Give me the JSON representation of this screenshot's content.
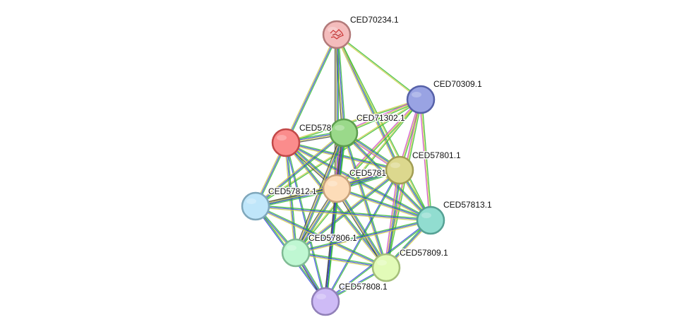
{
  "network": {
    "nodes": [
      {
        "id": "CED70234.1",
        "label": "CED70234.1",
        "color": "#f4bcbc",
        "stroke": "#b27a7a",
        "has_structure": true
      },
      {
        "id": "CED70309.1",
        "label": "CED70309.1",
        "color": "#99a3e3",
        "stroke": "#5661a8"
      },
      {
        "id": "CED578xx",
        "label": "CED578",
        "color": "#fb8c8c",
        "stroke": "#c24848"
      },
      {
        "id": "CED71302.1",
        "label": "CED71302.1",
        "color": "#9ad98a",
        "stroke": "#5d9e4e"
      },
      {
        "id": "CED57801.1",
        "label": "CED57801.1",
        "color": "#dcd88e",
        "stroke": "#a29e54"
      },
      {
        "id": "CED5781x",
        "label": "CED5781",
        "color": "#fddcb8",
        "stroke": "#c7a17b"
      },
      {
        "id": "CED57812.1",
        "label": "CED57812.1",
        "color": "#bfe6fa",
        "stroke": "#7fa7bb"
      },
      {
        "id": "CED57813.1",
        "label": "CED57813.1",
        "color": "#91ddd0",
        "stroke": "#55a194"
      },
      {
        "id": "CED57806.1",
        "label": "CED57806.1",
        "color": "#bff7d2",
        "stroke": "#80bb94"
      },
      {
        "id": "CED57809.1",
        "label": "CED57809.1",
        "color": "#e2fbb8",
        "stroke": "#a5bf7a"
      },
      {
        "id": "CED57808.1",
        "label": "CED57808.1",
        "color": "#cebbf6",
        "stroke": "#9180b8"
      }
    ],
    "edges": [
      {
        "a": "CED70234.1",
        "b": "CED578xx",
        "types": [
          "g",
          "b",
          "y"
        ]
      },
      {
        "a": "CED70234.1",
        "b": "CED71302.1",
        "types": [
          "g",
          "b",
          "y",
          "k"
        ]
      },
      {
        "a": "CED70234.1",
        "b": "CED5781x",
        "types": [
          "g",
          "b",
          "y",
          "k"
        ]
      },
      {
        "a": "CED70234.1",
        "b": "CED57801.1",
        "types": [
          "g",
          "b",
          "y"
        ]
      },
      {
        "a": "CED70234.1",
        "b": "CED70309.1",
        "types": [
          "g",
          "y"
        ]
      },
      {
        "a": "CED70234.1",
        "b": "CED57813.1",
        "types": [
          "g",
          "y"
        ]
      },
      {
        "a": "CED70309.1",
        "b": "CED578xx",
        "types": [
          "g",
          "y"
        ]
      },
      {
        "a": "CED70309.1",
        "b": "CED71302.1",
        "types": [
          "g",
          "y",
          "m"
        ]
      },
      {
        "a": "CED70309.1",
        "b": "CED57801.1",
        "types": [
          "g",
          "y",
          "m"
        ]
      },
      {
        "a": "CED70309.1",
        "b": "CED5781x",
        "types": [
          "g",
          "y",
          "m"
        ]
      },
      {
        "a": "CED70309.1",
        "b": "CED57813.1",
        "types": [
          "g",
          "y",
          "m"
        ]
      },
      {
        "a": "CED70309.1",
        "b": "CED57809.1",
        "types": [
          "g",
          "y",
          "m"
        ]
      },
      {
        "a": "CED70309.1",
        "b": "CED57806.1",
        "types": [
          "g",
          "y"
        ]
      },
      {
        "a": "CED70309.1",
        "b": "CED57812.1",
        "types": [
          "g",
          "y"
        ]
      },
      {
        "a": "CED578xx",
        "b": "CED71302.1",
        "types": [
          "g",
          "b",
          "y",
          "k"
        ]
      },
      {
        "a": "CED578xx",
        "b": "CED5781x",
        "types": [
          "g",
          "b",
          "y",
          "k"
        ]
      },
      {
        "a": "CED578xx",
        "b": "CED57801.1",
        "types": [
          "g",
          "b",
          "y"
        ]
      },
      {
        "a": "CED578xx",
        "b": "CED57812.1",
        "types": [
          "g",
          "b",
          "y"
        ]
      },
      {
        "a": "CED578xx",
        "b": "CED57806.1",
        "types": [
          "g",
          "b",
          "y"
        ]
      },
      {
        "a": "CED578xx",
        "b": "CED57809.1",
        "types": [
          "g",
          "b",
          "y"
        ]
      },
      {
        "a": "CED578xx",
        "b": "CED57808.1",
        "types": [
          "g",
          "b"
        ]
      },
      {
        "a": "CED578xx",
        "b": "CED57813.1",
        "types": [
          "g",
          "b",
          "y"
        ]
      },
      {
        "a": "CED71302.1",
        "b": "CED5781x",
        "types": [
          "g",
          "b",
          "y",
          "k",
          "m"
        ]
      },
      {
        "a": "CED71302.1",
        "b": "CED57801.1",
        "types": [
          "g",
          "b",
          "y",
          "m"
        ]
      },
      {
        "a": "CED71302.1",
        "b": "CED57812.1",
        "types": [
          "g",
          "b",
          "y"
        ]
      },
      {
        "a": "CED71302.1",
        "b": "CED57806.1",
        "types": [
          "g",
          "b",
          "y",
          "k"
        ]
      },
      {
        "a": "CED71302.1",
        "b": "CED57809.1",
        "types": [
          "g",
          "b",
          "y"
        ]
      },
      {
        "a": "CED71302.1",
        "b": "CED57808.1",
        "types": [
          "g",
          "b",
          "k"
        ]
      },
      {
        "a": "CED71302.1",
        "b": "CED57813.1",
        "types": [
          "g",
          "b",
          "y"
        ]
      },
      {
        "a": "CED57801.1",
        "b": "CED5781x",
        "types": [
          "g",
          "b",
          "y",
          "m"
        ]
      },
      {
        "a": "CED57801.1",
        "b": "CED57812.1",
        "types": [
          "g",
          "b",
          "y"
        ]
      },
      {
        "a": "CED57801.1",
        "b": "CED57806.1",
        "types": [
          "g",
          "b",
          "y"
        ]
      },
      {
        "a": "CED57801.1",
        "b": "CED57809.1",
        "types": [
          "g",
          "b",
          "y",
          "m"
        ]
      },
      {
        "a": "CED57801.1",
        "b": "CED57808.1",
        "types": [
          "g",
          "b"
        ]
      },
      {
        "a": "CED57801.1",
        "b": "CED57813.1",
        "types": [
          "g",
          "b",
          "y"
        ]
      },
      {
        "a": "CED5781x",
        "b": "CED57812.1",
        "types": [
          "g",
          "b",
          "y",
          "k"
        ]
      },
      {
        "a": "CED5781x",
        "b": "CED57806.1",
        "types": [
          "g",
          "b",
          "y",
          "k"
        ]
      },
      {
        "a": "CED5781x",
        "b": "CED57809.1",
        "types": [
          "g",
          "b",
          "y",
          "k"
        ]
      },
      {
        "a": "CED5781x",
        "b": "CED57808.1",
        "types": [
          "g",
          "b",
          "k"
        ]
      },
      {
        "a": "CED5781x",
        "b": "CED57813.1",
        "types": [
          "g",
          "b",
          "y"
        ]
      },
      {
        "a": "CED57812.1",
        "b": "CED57806.1",
        "types": [
          "g",
          "b",
          "y"
        ]
      },
      {
        "a": "CED57812.1",
        "b": "CED57809.1",
        "types": [
          "g",
          "b",
          "y"
        ]
      },
      {
        "a": "CED57812.1",
        "b": "CED57808.1",
        "types": [
          "g",
          "b"
        ]
      },
      {
        "a": "CED57812.1",
        "b": "CED57813.1",
        "types": [
          "g",
          "b",
          "y"
        ]
      },
      {
        "a": "CED57806.1",
        "b": "CED57809.1",
        "types": [
          "g",
          "b",
          "y"
        ]
      },
      {
        "a": "CED57806.1",
        "b": "CED57808.1",
        "types": [
          "g",
          "b",
          "k"
        ]
      },
      {
        "a": "CED57806.1",
        "b": "CED57813.1",
        "types": [
          "g",
          "b",
          "y"
        ]
      },
      {
        "a": "CED57809.1",
        "b": "CED57808.1",
        "types": [
          "g",
          "b"
        ]
      },
      {
        "a": "CED57809.1",
        "b": "CED57813.1",
        "types": [
          "g",
          "b",
          "y"
        ]
      },
      {
        "a": "CED57813.1",
        "b": "CED57808.1",
        "types": [
          "g",
          "b"
        ]
      }
    ],
    "edge_colors": {
      "g": "#33bb33",
      "b": "#3344dd",
      "y": "#cccc44",
      "k": "#444444",
      "m": "#cc44cc"
    }
  }
}
